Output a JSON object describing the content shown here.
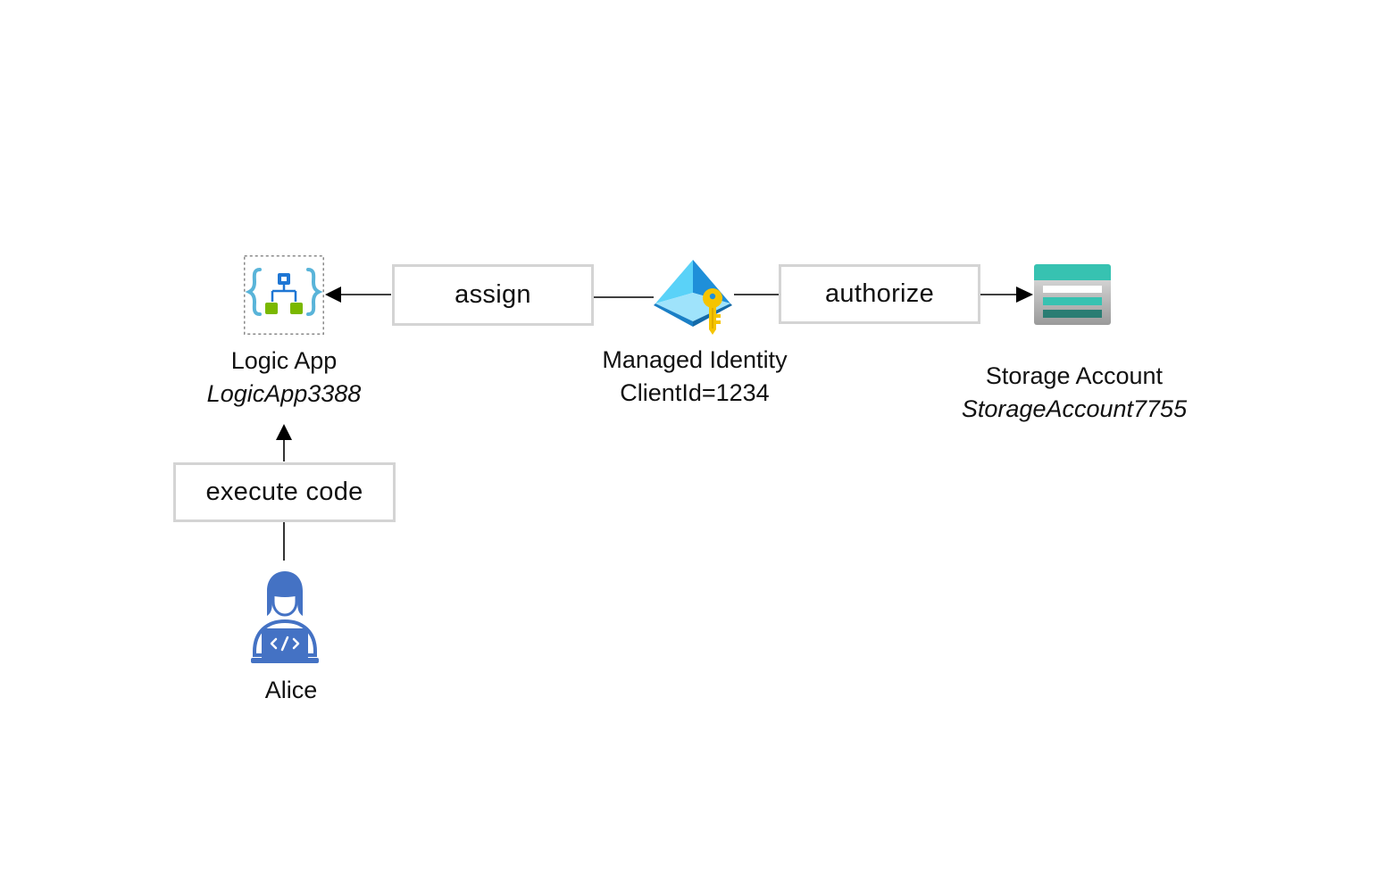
{
  "nodes": {
    "logic_app": {
      "title": "Logic App",
      "name": "LogicApp3388",
      "icon": "logic-app-icon"
    },
    "managed_identity": {
      "title": "Managed Identity",
      "name": "ClientId=1234",
      "icon": "managed-identity-key-icon"
    },
    "storage_account": {
      "title": "Storage Account",
      "name": "StorageAccount7755",
      "icon": "storage-account-icon"
    },
    "alice": {
      "title": "Alice",
      "icon": "developer-user-icon"
    }
  },
  "edges": {
    "assign": {
      "label": "assign"
    },
    "authorize": {
      "label": "authorize"
    },
    "execute_code": {
      "label": "execute code"
    }
  },
  "colors": {
    "box_border": "#d4d4d4",
    "connector": "#000000",
    "logic_blue": "#1e76d4",
    "logic_green": "#7ab800",
    "identity_blue": "#3ec8f4",
    "key_gold": "#f5c400",
    "storage_teal": "#2fbfa8",
    "storage_gray": "#b5b5b5",
    "user_blue": "#4472c4"
  }
}
